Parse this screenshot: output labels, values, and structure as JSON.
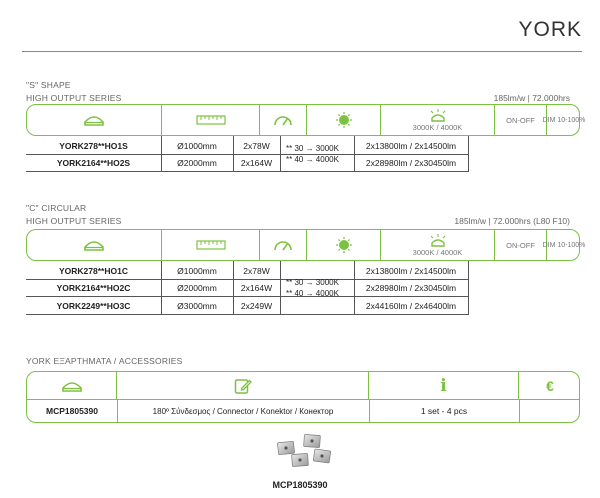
{
  "header": {
    "brand": "YORK"
  },
  "colors": {
    "accent": "#7cc142"
  },
  "s_series": {
    "shape": "\"S\" SHAPE",
    "series": "HIGH OUTPUT SERIES",
    "efficiency": "185lm/w | 72.000hrs",
    "headers": {
      "cct": "3000K / 4000K",
      "onoff": "ON-OFF",
      "dim": "DIM 10-100%"
    },
    "icons": [
      "luminaire-icon",
      "ruler-icon",
      "gauge-icon",
      "led-chip-icon",
      "lamp-light-icon"
    ],
    "cct_notes": [
      "** 30 → 3000K",
      "** 40 → 4000K"
    ],
    "rows": [
      {
        "code": "YORK278**HO1S",
        "diameter": "Ø1000mm",
        "power": "2x78W",
        "flux": "2x13800lm / 2x14500lm"
      },
      {
        "code": "YORK2164**HO2S",
        "diameter": "Ø2000mm",
        "power": "2x164W",
        "flux": "2x28980lm / 2x30450lm"
      }
    ]
  },
  "c_series": {
    "shape": "\"C\" CIRCULAR",
    "series": "HIGH OUTPUT SERIES",
    "efficiency": "185lm/w | 72.000hrs (L80 F10)",
    "headers": {
      "cct": "3000K / 4000K",
      "onoff": "ON-OFF",
      "dim": "DIM 10-100%"
    },
    "cct_notes": [
      "** 30 → 3000K",
      "** 40 → 4000K"
    ],
    "rows": [
      {
        "code": "YORK278**HO1C",
        "diameter": "Ø1000mm",
        "power": "2x78W",
        "flux": "2x13800lm / 2x14500lm"
      },
      {
        "code": "YORK2164**HO2C",
        "diameter": "Ø2000mm",
        "power": "2x164W",
        "flux": "2x28980lm / 2x30450lm"
      },
      {
        "code": "YORK2249**HO3C",
        "diameter": "Ø3000mm",
        "power": "2x249W",
        "flux": "2x44160lm / 2x46400lm"
      }
    ]
  },
  "accessories": {
    "title": "YORK ΕΞΑΡΤΗΜΑΤΑ / ACCESSORIES",
    "icons": [
      "box-icon",
      "edit-icon",
      "info-icon",
      "euro-icon"
    ],
    "info_glyph": "i",
    "euro_glyph": "€",
    "row": {
      "code": "MCP1805390",
      "description": "180º Σύνδεσμος / Connector / Konektor / Конектор",
      "qty": "1 set - 4 pcs"
    },
    "image_caption": "MCP1805390"
  }
}
